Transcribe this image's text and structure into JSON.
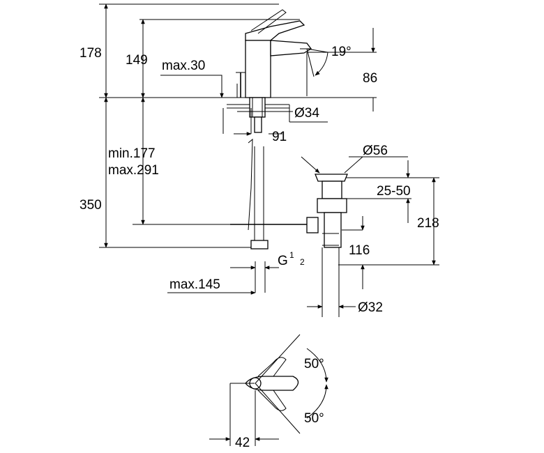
{
  "labels": {
    "h178": "178",
    "h149": "149",
    "max30": "max.30",
    "a19": "19°",
    "d86": "86",
    "dia34": "Ø34",
    "d91": "91",
    "min177": "min.177",
    "max291": "max.291",
    "dia56": "Ø56",
    "r2550": "25-50",
    "h350": "350",
    "h218": "218",
    "d116": "116",
    "g12": "G",
    "g12_num": "1",
    "g12_den": "2",
    "max145": "max.145",
    "dia32": "Ø32",
    "a50_top": "50°",
    "a50_bot": "50°",
    "d42": "42"
  }
}
